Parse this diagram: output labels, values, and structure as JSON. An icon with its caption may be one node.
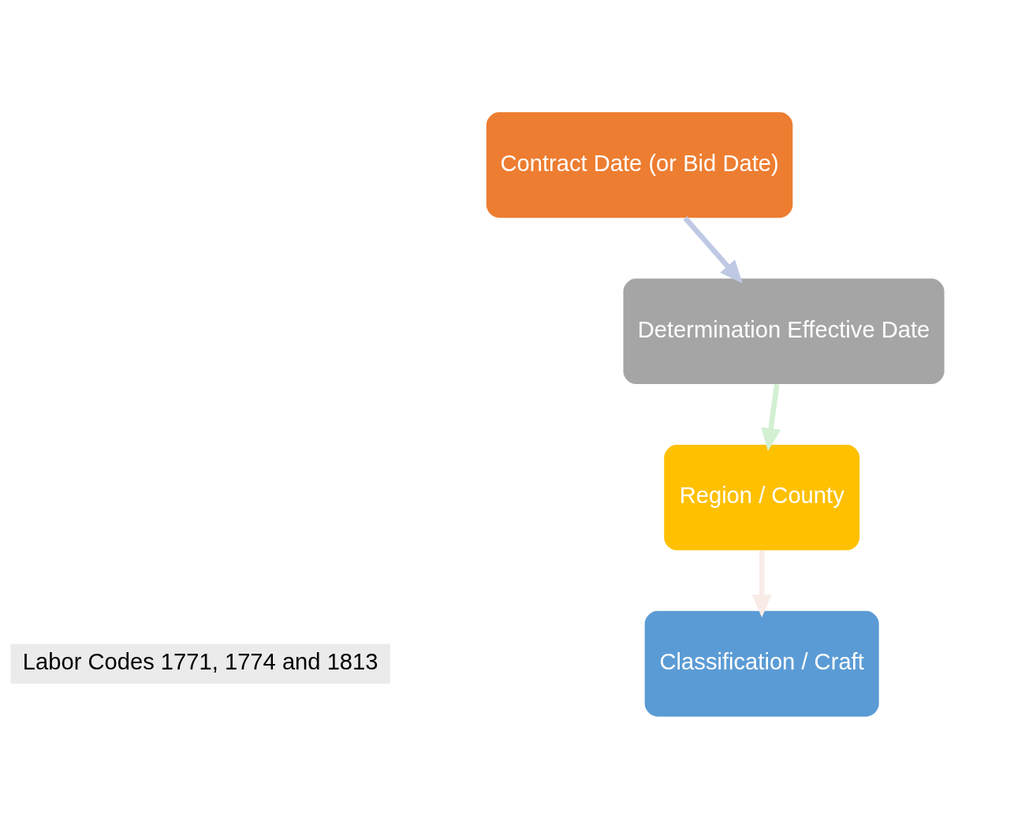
{
  "diagram": {
    "nodes": [
      {
        "text": [
          "Contract Date (or Bid Date)"
        ]
      },
      {
        "text": [
          "Determination Effective Date"
        ]
      },
      {
        "text": [
          "Region / County"
        ]
      },
      {
        "text": [
          "Classification / Craft"
        ]
      }
    ],
    "edges": [
      {
        "from": 0,
        "to": 1,
        "arrow": "to",
        "color": "#bfc9e4"
      },
      {
        "from": 1,
        "to": 2,
        "arrow": "to",
        "color": "#d3f0d3"
      },
      {
        "from": 2,
        "to": 3,
        "arrow": "to",
        "color": "#f9ebe6"
      }
    ],
    "labels": [
      "Labor Codes 1771, 1774 and 1813"
    ]
  }
}
